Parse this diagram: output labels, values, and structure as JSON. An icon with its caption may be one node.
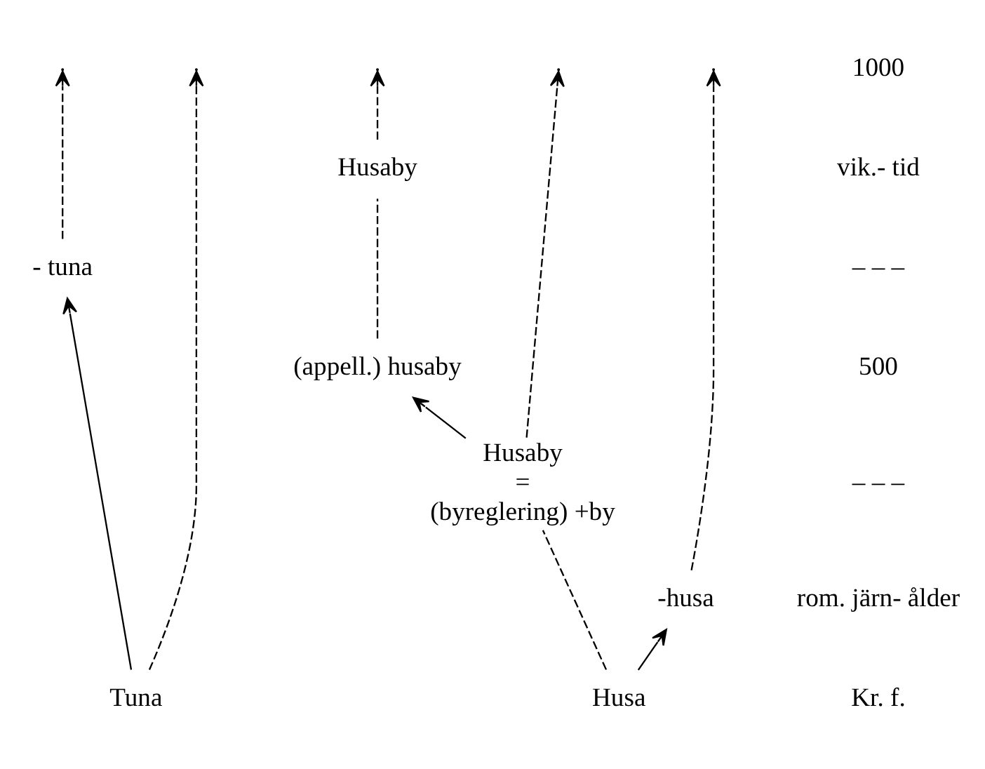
{
  "diagram": {
    "nodes": [
      {
        "text": [
          "Tuna"
        ]
      },
      {
        "text": [
          "- tuna"
        ]
      },
      {
        "text": [
          "Husaby"
        ]
      },
      {
        "text": [
          "(appell.) husaby"
        ]
      },
      {
        "text": [
          "Husaby",
          "=",
          "(byreglering) +by"
        ]
      },
      {
        "text": [
          "Husa"
        ]
      },
      {
        "text": [
          "-husa"
        ]
      }
    ],
    "edges": [
      {
        "from": 0,
        "to": null,
        "arrow": "to",
        "style": "dashed"
      },
      {
        "from": 0,
        "to": 1,
        "arrow": "to"
      },
      {
        "from": 1,
        "to": null,
        "arrow": "to",
        "style": "dashed"
      },
      {
        "from": 3,
        "to": 2,
        "arrow": "none",
        "style": "dashed"
      },
      {
        "from": 2,
        "to": null,
        "arrow": "to",
        "style": "dashed"
      },
      {
        "from": 4,
        "to": 3,
        "arrow": "to"
      },
      {
        "from": 4,
        "to": null,
        "arrow": "to",
        "style": "dashed"
      },
      {
        "from": 5,
        "to": 4,
        "arrow": "none",
        "style": "dashed"
      },
      {
        "from": 5,
        "to": 6,
        "arrow": "to"
      },
      {
        "from": 6,
        "to": null,
        "arrow": "to",
        "style": "dashed"
      }
    ],
    "labels": [
      "1000",
      "vik.- tid",
      "– – –",
      "500",
      "– – –",
      "rom. järn- ålder",
      "Kr. f."
    ]
  }
}
